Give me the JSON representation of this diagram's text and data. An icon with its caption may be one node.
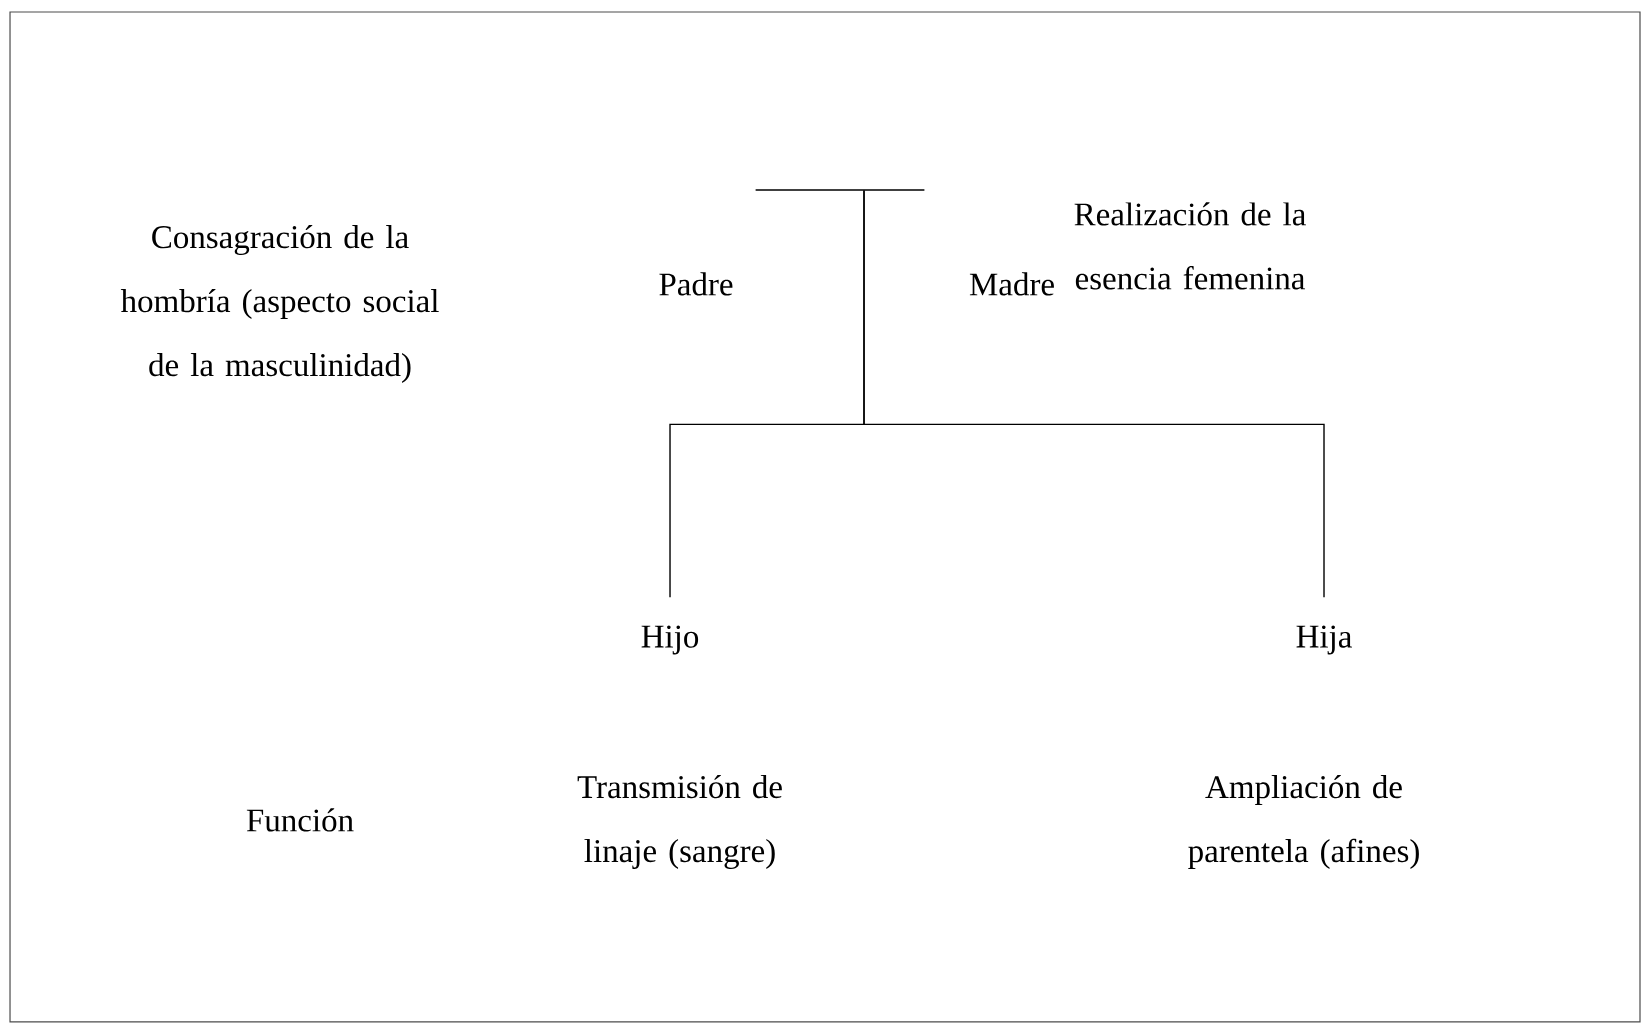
{
  "diagram": {
    "nodes": [
      {
        "text": [],
        "shape": "bar"
      },
      {
        "text": [
          "Hijo"
        ]
      },
      {
        "text": [
          "Hija"
        ]
      }
    ],
    "edges": [
      {
        "from": 0,
        "to": 1,
        "arrow": "none"
      },
      {
        "from": 0,
        "to": 2,
        "arrow": "none"
      }
    ],
    "labels": [
      "Consagración de la hombría (aspecto social de la masculinidad)",
      "Padre",
      "Madre",
      "Realización de la esencia femenina",
      "Función",
      "Transmisión de linaje (sangre)",
      "Ampliación de parentela (afines)"
    ]
  }
}
